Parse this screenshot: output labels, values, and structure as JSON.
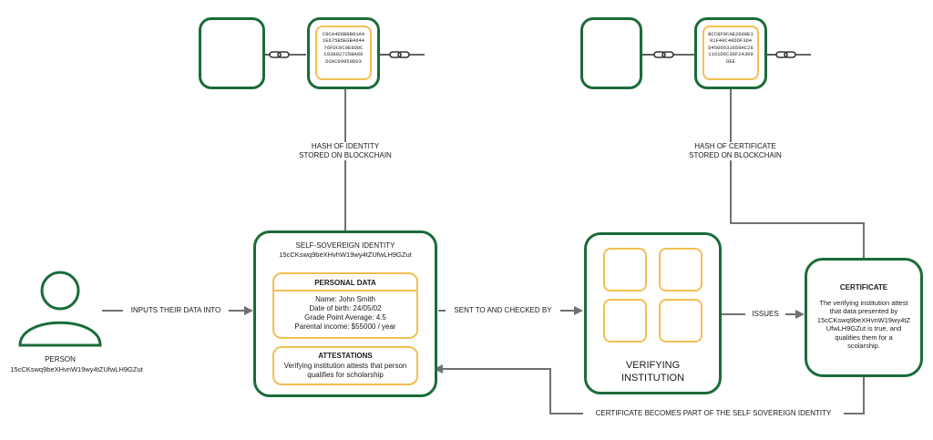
{
  "blockchain_identity": {
    "hash": "C0CA4D6B8B01A4\n1E675B5EGB4644\n76FDC0C0E8DDC\nC03882725BA60\nD2AC09950DD3"
  },
  "blockchain_certificate": {
    "hash": "BCC8F9CAE2600E1\n01F40C40DDF3D4\nD4506631659AC26\n1161D6C36F24309\nDEE"
  },
  "labels": {
    "hash_identity": "HASH OF IDENTITY\nSTORED ON BLOCKCHAIN",
    "hash_certificate": "HASH OF CERTIFICATE\nSTORED ON BLOCKCHAIN",
    "inputs": "INPUTS THEIR DATA INTO",
    "sent_checked": "SENT TO AND  CHECKED BY",
    "issues": "ISSUES",
    "becomes_part": "CERTIFICATE BECOMES PART OF THE SELF SOVEREIGN IDENTITY"
  },
  "person": {
    "title": "PERSON",
    "id": "15cCKswq9beXHvnW19wy4tZUfwLH9GZut"
  },
  "ssi": {
    "title": "SELF-SOVEREIGN IDENTITY",
    "id": "15cCKswq9beXHvhW19wy4tZUfwLH9GZut",
    "personal_data": {
      "title": "PERSONAL DATA",
      "name": "Name: John Smith",
      "dob": "Date of birth: 24/05/02",
      "gpa": "Grade Point Average: 4.5",
      "income": "Parental income: $55000 / year"
    },
    "attestations": {
      "title": "ATTESTATIONS",
      "text": "Verifying institution attests that person\nqualifies for scholarship"
    }
  },
  "institution": {
    "title": "VERIFYING\nINSTITUTION"
  },
  "certificate": {
    "title": "CERTIFICATE",
    "text": "The verifying institution attest\nthat data presented by\n15cCKswq9beXHvnW19wy4tZ\nUfwLH9GZut is true, and\nqualifies them for a\nscolarship."
  },
  "colors": {
    "green": "#1b6b3a",
    "amber": "#f2bf52",
    "arrow_gray": "#707070"
  }
}
